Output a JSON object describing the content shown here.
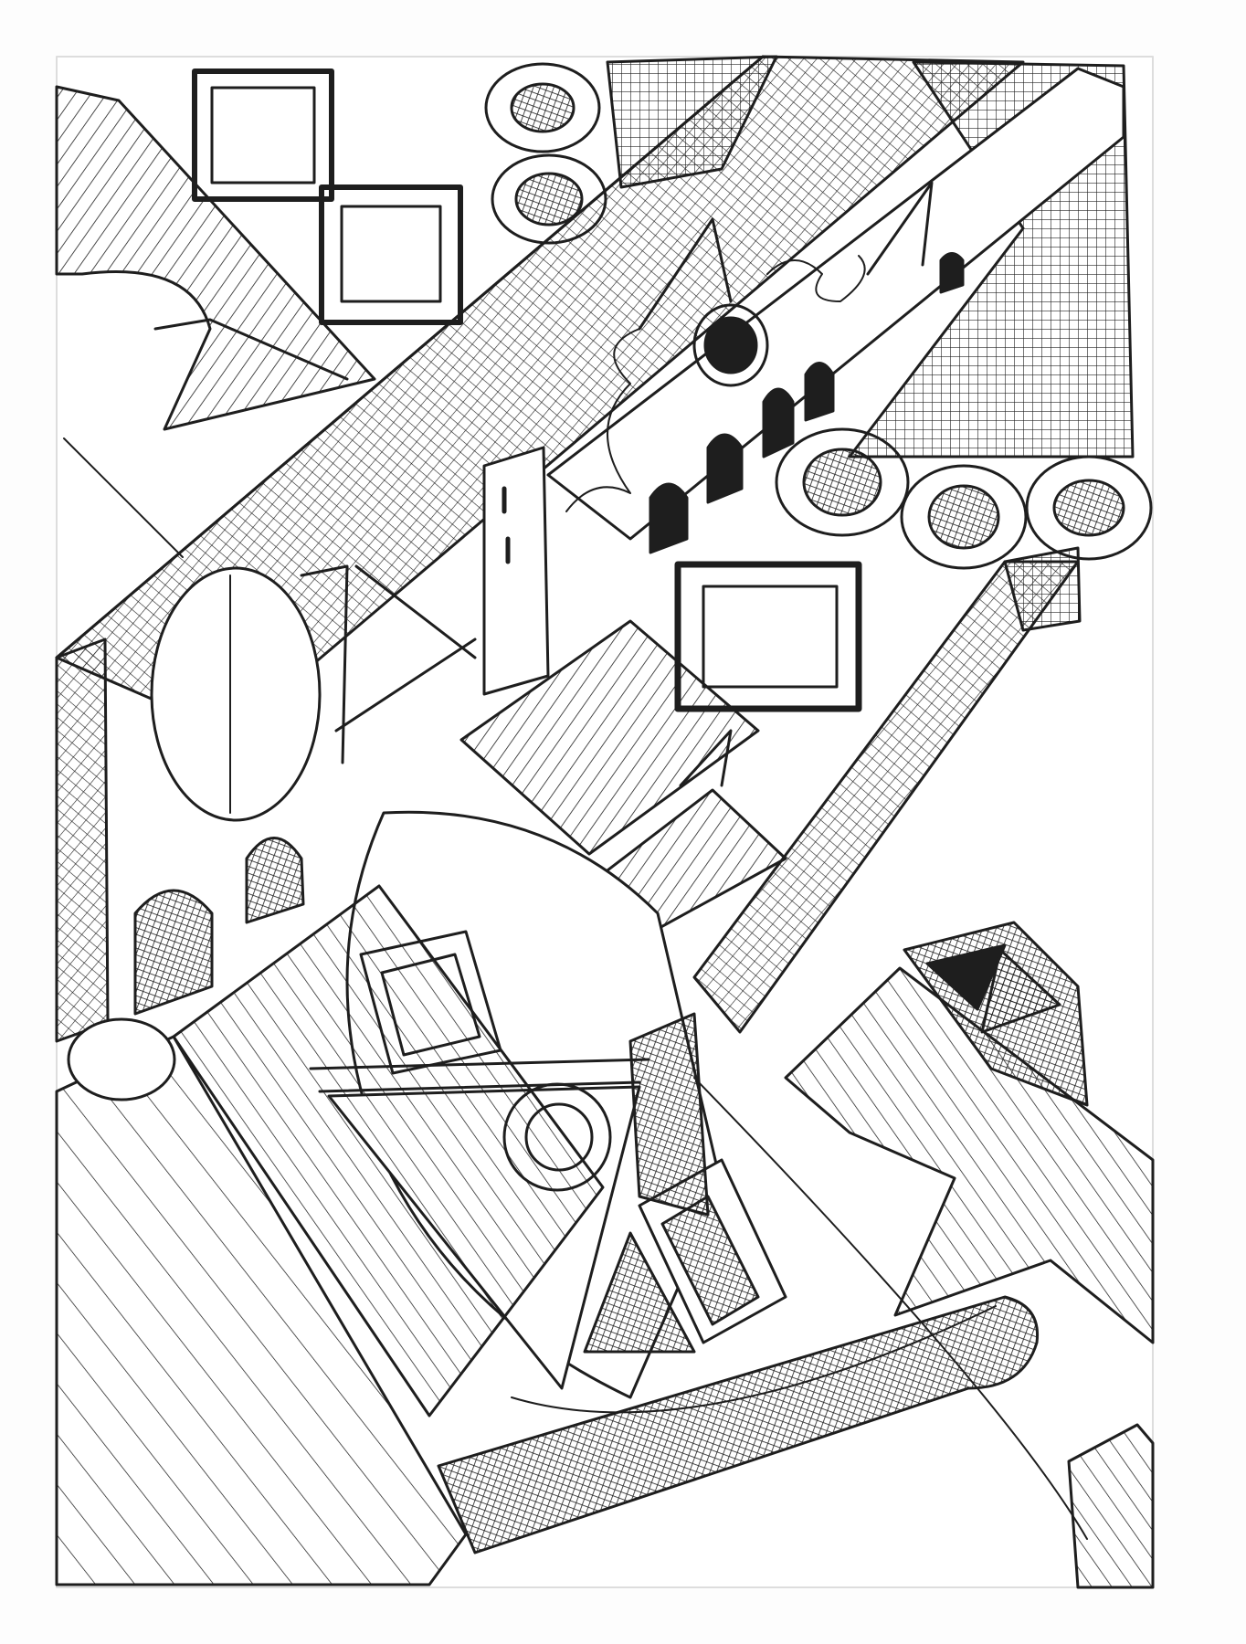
{
  "artwork": {
    "kind": "pen-and-ink sketch",
    "ink_color": "#1e1e1e",
    "paper_color": "#ffffff",
    "background_color": "#fdfdfd",
    "elements": [
      "paper-sheet",
      "diagonal-hatched-panel",
      "cross-hatched-band",
      "square-window-frame",
      "circular-porthole",
      "arched-window",
      "tower-block",
      "pennant-flags",
      "large-oval",
      "lens-shape",
      "ring-in-triangle",
      "cylinder-roll",
      "curved-tube",
      "dark-polygon"
    ]
  }
}
